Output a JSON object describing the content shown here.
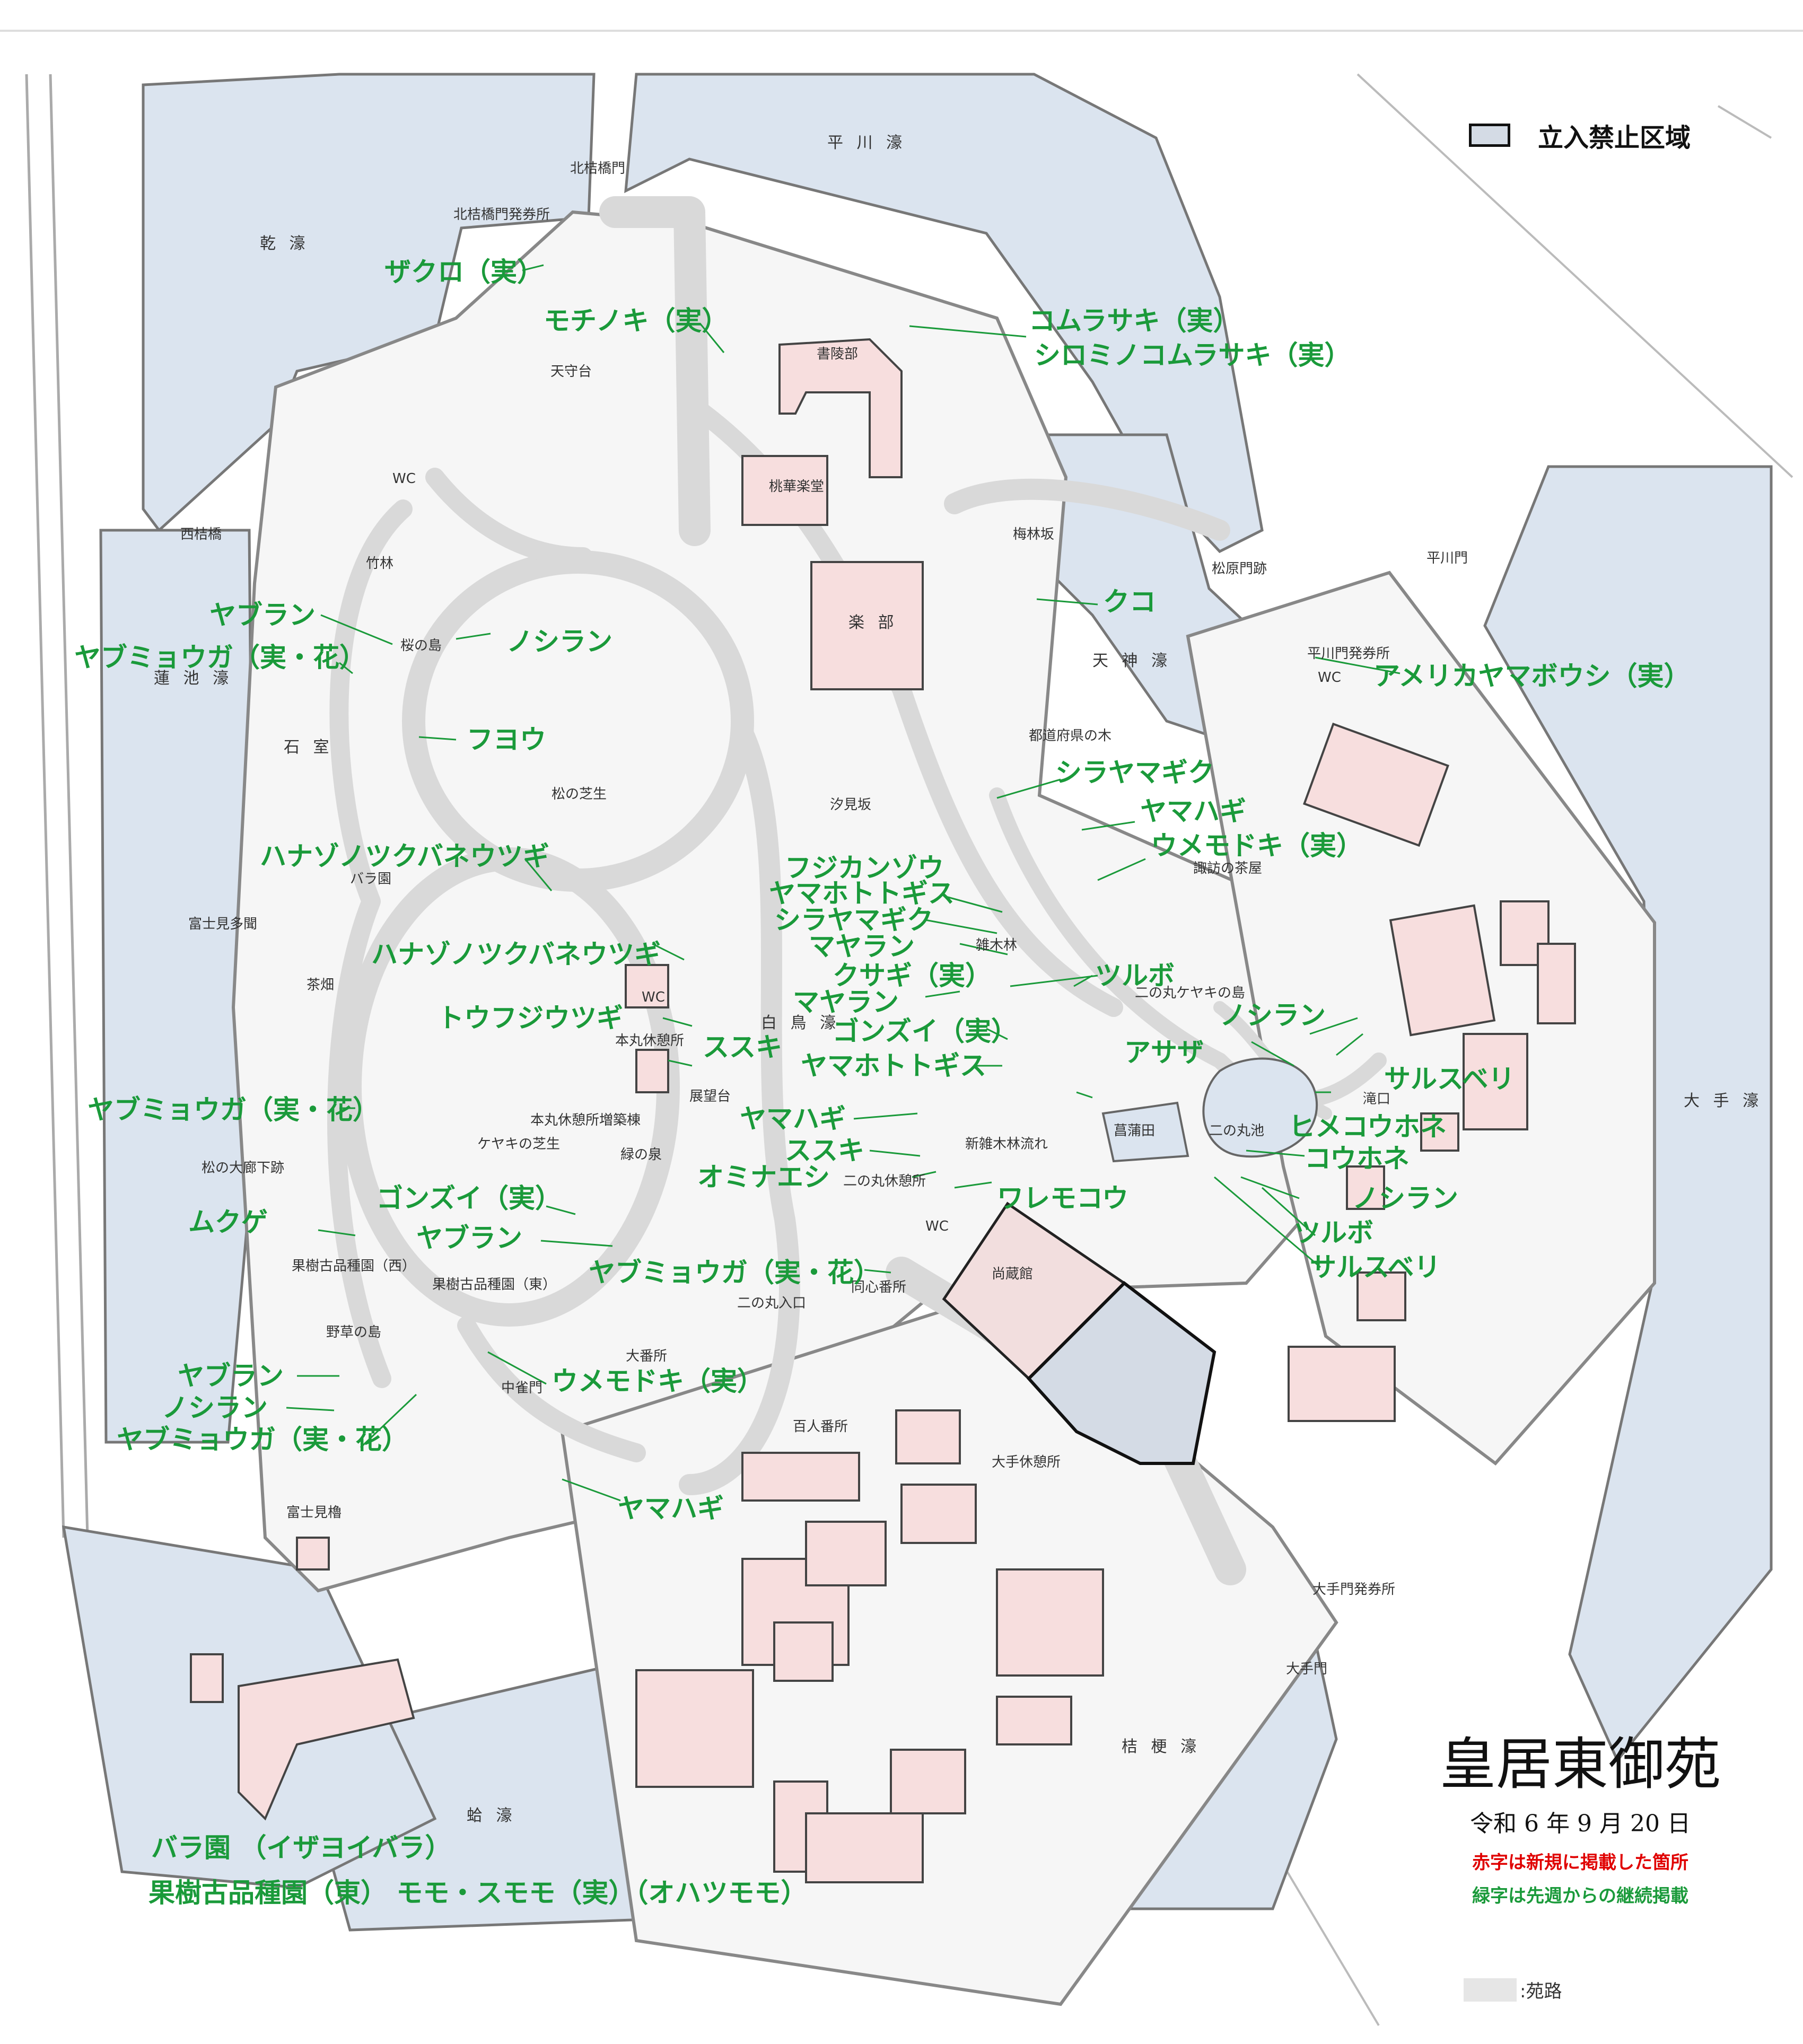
{
  "legend": {
    "restricted_area_label": "立入禁止区域"
  },
  "title_block": {
    "title": "皇居東御苑",
    "date": "令和 6 年 9 月 20 日",
    "note_red": "赤字は新規に掲載した箇所",
    "note_green": "緑字は先週からの継続掲載"
  },
  "path_legend": {
    "label": ":苑路"
  },
  "colors": {
    "water": "#dbe4ef",
    "path": "#d9d9d9",
    "building": "#f7dede",
    "restricted": "#d4dbe5",
    "plant_text": "#1a9a3a",
    "new_text": "#e00000"
  },
  "plants": {
    "zakuro": "ザクロ（実）",
    "mochinoki": "モチノキ（実）",
    "komurasaki": "コムラサキ（実）",
    "shirominokomurasaki": "シロミノコムラサキ（実）",
    "kuko": "クコ",
    "americayamabousi": "アメリカヤマボウシ（実）",
    "yaburan_1": "ヤブラン",
    "noshiran_1": "ノシラン",
    "yabumyouga_1": "ヤブミョウガ（実・花）",
    "fuyou": "フヨウ",
    "shirayamagiku_1": "シラヤマギク",
    "yamahagi_1": "ヤマハギ",
    "umemodoki_1": "ウメモドキ（実）",
    "hanazono_1": "ハナゾノツクバネウツギ",
    "hanazono_2": "ハナゾノツクバネウツギ",
    "fujikanzou": "フジカンゾウ",
    "yamahototogisu_1": "ヤマホトトギス",
    "shirayamagiku_2": "シラヤマギク",
    "mayaran_1": "マヤラン",
    "kusagi": "クサギ（実）",
    "mayaran_2": "マヤラン",
    "tsurubo_1": "ツルボ",
    "noshiran_2": "ノシラン",
    "tofujiutsugi": "トウフジウツギ",
    "susuki_1": "ススキ",
    "gonzui_1": "ゴンズイ（実）",
    "yamahototogisu_2": "ヤマホトトギス",
    "asaza": "アサザ",
    "sarusuberi_1": "サルスベリ",
    "himekouhone": "ヒメコウホネ",
    "kouhone": "コウホネ",
    "yabumyouga_2": "ヤブミョウガ（実・花）",
    "yamahagi_2": "ヤマハギ",
    "susuki_2": "ススキ",
    "ominaeshi": "オミナエシ",
    "waremokou": "ワレモコウ",
    "noshiran_3": "ノシラン",
    "tsurubo_2": "ツルボ",
    "sarusuberi_2": "サルスベリ",
    "gonzui_2": "ゴンズイ（実）",
    "mukuge": "ムクゲ",
    "yaburan_2": "ヤブラン",
    "yabumyouga_3": "ヤブミョウガ（実・花）",
    "yaburan_3": "ヤブラン",
    "noshiran_4": "ノシラン",
    "yabumyouga_4": "ヤブミョウガ（実・花）",
    "umemodoki_2": "ウメモドキ（実）",
    "yamahagi_3": "ヤマハギ",
    "barazono": "バラ園 （イザヨイバラ）",
    "kaju": "果樹古品種園（東） モモ・スモモ（実）（オハツモモ）"
  },
  "places": {
    "inui_bori": "乾 濠",
    "hirakawa_bori": "平 川 濠",
    "kitahanebashimon": "北桔橋門",
    "kitahanebashimon_ticket": "北桔橋門発券所",
    "tenshudai": "天守台",
    "shoryobu": "書陵部",
    "tokagakudo": "桃華楽堂",
    "gakubu": "楽 部",
    "wc_1": "WC",
    "nishihanebashi": "西桔橋",
    "chikurin": "竹林",
    "sakuranoshima": "桜の島",
    "hasuike_bori": "蓮 池 濠",
    "ishimuro": "石 室",
    "matsunoshibafu": "松の芝生",
    "barazono_place": "バラ園",
    "fujimitamon": "富士見多聞",
    "chabatake": "茶畑",
    "wc_2": "WC",
    "honmaru_kyukei": "本丸休憩所",
    "honmaru_zochiku": "本丸休憩所増築棟",
    "tenbodai": "展望台",
    "hakucho_bori": "白 鳥 濠",
    "shiomizaka": "汐見坂",
    "zokibayashi": "雑木林",
    "keyakinoshibafu": "ケヤキの芝生",
    "midorinoizumi": "緑の泉",
    "matsunoroka": "松の大廊下跡",
    "kaju_nishi": "果樹古品種園（西）",
    "kaju_higashi": "果樹古品種園（東）",
    "yasounoshima": "野草の島",
    "chujakumon": "中雀門",
    "obansho": "大番所",
    "hyakuninbansho": "百人番所",
    "ninomaru_iriguchi": "二の丸入口",
    "doshinbansho": "同心番所",
    "shozokan": "尚蔵館",
    "ninomaru_kyukei": "二の丸休憩所",
    "wc_3": "WC",
    "shinzoki": "新雑木林流れ",
    "shobuda": "菖蒲田",
    "ninomaru_ike": "二の丸池",
    "takiguchi": "滝口",
    "ninomaru_keyaki": "二の丸ケヤキの島",
    "suwanochaya": "諏訪の茶屋",
    "todofuken": "都道府県の木",
    "tenjin_bori": "天 神 濠",
    "bairinzaka": "梅林坂",
    "matsubaramon": "松原門跡",
    "hirakawamon": "平川門",
    "hirakawamon_ticket": "平川門発券所",
    "wc_4": "WC",
    "ote_bori": "大 手 濠",
    "otemon": "大手門",
    "otemon_ticket": "大手門発券所",
    "ote_kyukei": "大手休憩所",
    "kikyo_bori": "桔 梗 濠",
    "hakuchobori_2": "蛤 濠",
    "fujimiyagura": "富士見櫓"
  }
}
